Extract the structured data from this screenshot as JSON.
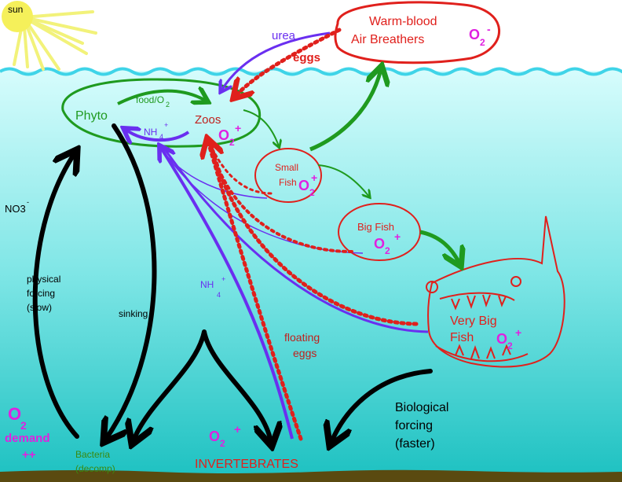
{
  "colors": {
    "sky": "#ffffff",
    "water_top": "#d4fbfb",
    "water_bottom": "#22c7c7",
    "wave": "#3fd4e8",
    "sediment": "#5a4a10",
    "sun": "#f5f05a",
    "sun_rays": "#f2f27a",
    "red": "#e0201c",
    "green": "#1f9a1f",
    "purple": "#6a2ff0",
    "black": "#000000",
    "magenta": "#e020e0"
  },
  "sun": {
    "label": "sun"
  },
  "nodes": {
    "warm_blood": {
      "line1": "Warm-blood",
      "line2": "Air Breathers",
      "o2": "O",
      "o2_sub": "2",
      "o2_sup": "-"
    },
    "phyto_zoos": {
      "phyto": "Phyto",
      "zoos": "Zoos",
      "o2": "O",
      "o2_sub": "2",
      "o2_sup": "+"
    },
    "small_fish": {
      "line1": "Small",
      "line2": "Fish",
      "o2": "O",
      "o2_sub": "2",
      "o2_sup": "+"
    },
    "big_fish": {
      "line1": "Big Fish",
      "o2": "O",
      "o2_sub": "2",
      "o2_sup": "+"
    },
    "very_big_fish": {
      "line1": "Very Big",
      "line2": "Fish",
      "o2": "O",
      "o2_sub": "2",
      "o2_sup": "+"
    }
  },
  "labels": {
    "urea": "urea",
    "eggs": "eggs",
    "food": "food/O",
    "food_sub": "2",
    "nh4_top": "NH",
    "nh4_top_sub": "4",
    "nh4_top_sup": "+",
    "nh4_mid": "NH",
    "nh4_mid_sub": "4",
    "nh4_mid_sup": "+",
    "no3": "NO3",
    "no3_sup": "-",
    "physical1": "physical",
    "physical2": "forcing",
    "physical3": "(slow)",
    "sinking": "sinking",
    "floating1": "floating",
    "floating2": "eggs",
    "bio1": "Biological",
    "bio2": "forcing",
    "bio3": "(faster)",
    "o2_demand": "O",
    "o2_demand_sub": "2",
    "demand": "demand",
    "demand_pp": "++",
    "bacteria1": "Bacteria",
    "bacteria2": "(decomp)",
    "invert_o2": "O",
    "invert_o2_sub": "2",
    "invert_o2_sup": "+",
    "invertebrates": "INVERTEBRATES"
  }
}
